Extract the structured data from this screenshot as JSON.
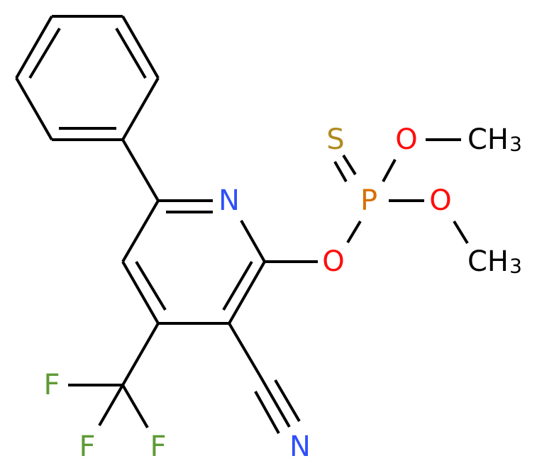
{
  "molecule": {
    "description": "O-(3-cyano-6-phenyl-4-(trifluoromethyl)pyridin-2-yl) O,O-dimethyl phosphorothioate",
    "colors": {
      "bond": "#000000",
      "N": "#3050F8",
      "O": "#FF0D0D",
      "P": "#D96E00",
      "S": "#B08A20",
      "F": "#5E9A35",
      "C": "#000000"
    },
    "atoms": {
      "n_pyridine": "N",
      "o_link": "O",
      "p": "P",
      "s": "S",
      "o_top": "O",
      "ch3_top": "CH",
      "ch3_top_sub": "3",
      "o_right": "O",
      "ch3_bottom": "CH",
      "ch3_bottom_sub": "3",
      "f_left": "F",
      "f_bottom_left": "F",
      "f_bottom_right": "F",
      "n_nitrile": "N"
    }
  }
}
